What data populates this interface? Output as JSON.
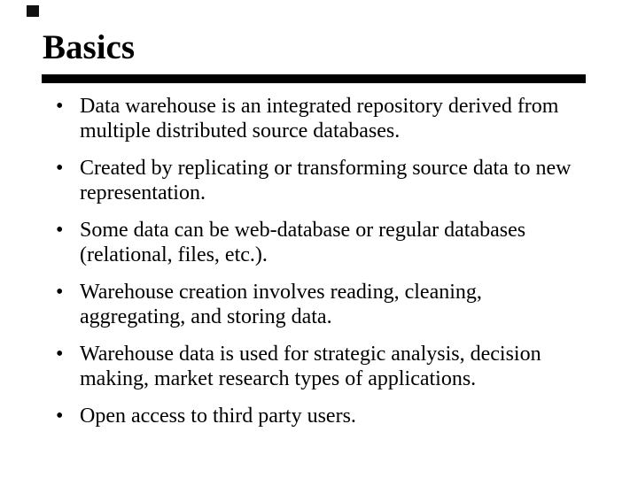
{
  "slide": {
    "title": "Basics",
    "bullet_char": "•",
    "colors": {
      "background": "#ffffff",
      "text": "#000000",
      "rule": "#000000",
      "corner_square": "#111111"
    },
    "bullets": [
      {
        "lines": [
          "Data warehouse is an integrated repository derived from",
          "multiple distributed source databases."
        ]
      },
      {
        "lines": [
          "Created by replicating or transforming source data to new",
          "representation."
        ]
      },
      {
        "lines": [
          "Some data can be web-database or regular databases",
          "(relational, files, etc.)."
        ]
      },
      {
        "lines": [
          "Warehouse creation involves reading, cleaning,",
          "aggregating, and storing data."
        ]
      },
      {
        "lines": [
          "Warehouse data is used for strategic analysis, decision",
          "making, market research types of applications."
        ]
      },
      {
        "lines": [
          "Open access to third party users."
        ]
      }
    ]
  }
}
